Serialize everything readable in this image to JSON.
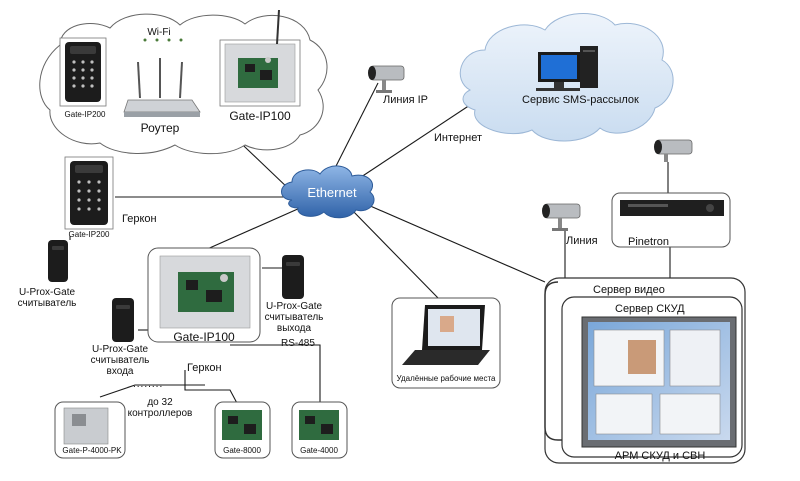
{
  "labels": {
    "wifi": "Wi-Fi",
    "gate_ip200_top": "Gate-IP200",
    "router": "Роутер",
    "gate_ip100_top": "Gate-IP100",
    "line_ip": "Линия IP",
    "internet": "Интернет",
    "sms_service": "Сервис SMS-рассылок",
    "ethernet": "Ethernet",
    "gate_ip200_left": "Gate-IP200",
    "gerkon_top": "Геркон",
    "uprox_left_1": "U-Prox-Gate",
    "uprox_left_2": "считыватель",
    "gate_ip100_mid": "Gate-IP100",
    "uprox_exit_1": "U-Prox-Gate",
    "uprox_exit_2": "считыватель",
    "uprox_exit_3": "выхода",
    "uprox_entry_1": "U-Prox-Gate",
    "uprox_entry_2": "считыватель",
    "uprox_entry_3": "входа",
    "rs485": "RS-485",
    "gerkon_bottom": "Геркон",
    "up_to_32_1": "до 32",
    "up_to_32_2": "контроллеров",
    "gate_p4000": "Gate-P-4000-PK",
    "gate_8000": "Gate-8000",
    "gate_4000": "Gate-4000",
    "remote_workplaces": "Удалённые рабочие места",
    "line": "Линия",
    "pinetron": "Pinetron",
    "video_server": "Сервер видео",
    "acs_server": "Сервер СКУД",
    "workstation": "АРМ СКУД и СВН",
    "dots": "........"
  },
  "colors": {
    "cloud_fill": "#d8e6f4",
    "ethernet_blue": "#3a6fb2",
    "line": "#1a1a1a",
    "panel_gray": "#d7d9dc",
    "device_black": "#1c1c1c",
    "pcb_green": "#2f6b3f"
  },
  "icons": [
    "camera-icon",
    "router-icon",
    "keypad-reader-icon",
    "card-reader-icon",
    "controller-board-icon",
    "desktop-pc-icon",
    "dvr-icon",
    "laptop-icon",
    "monitor-icon",
    "cloud-icon"
  ]
}
